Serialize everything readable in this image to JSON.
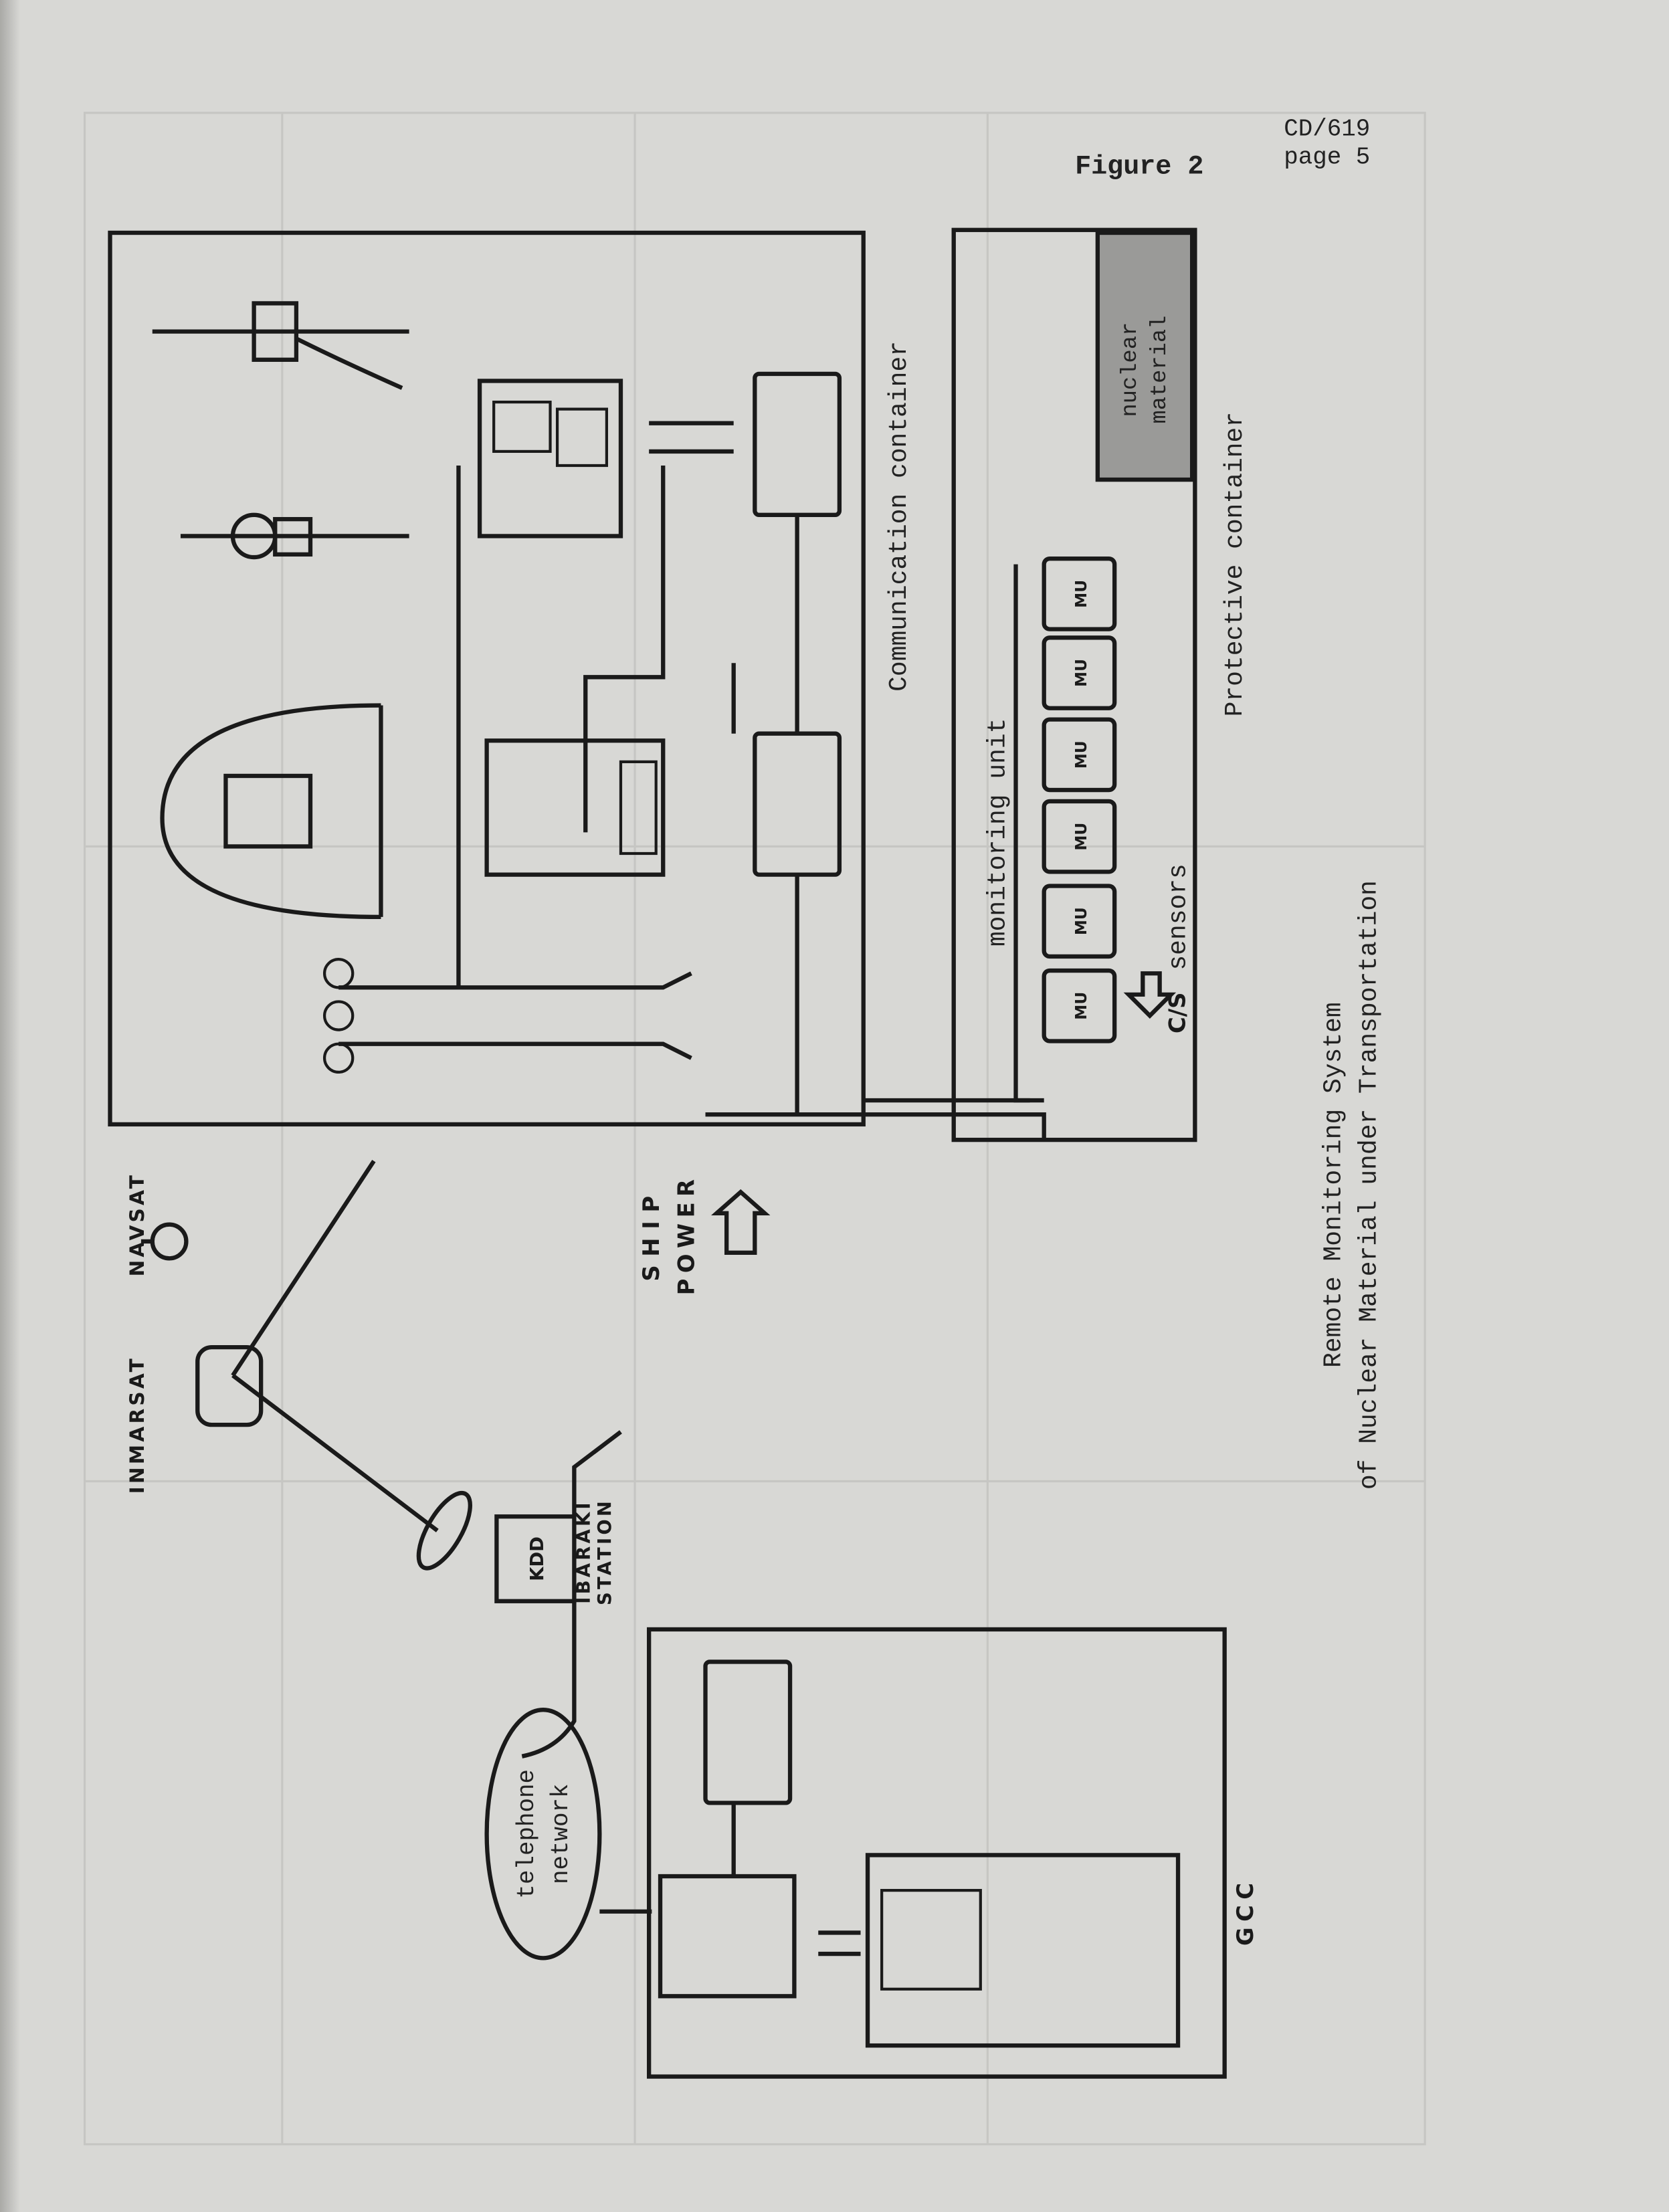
{
  "header": {
    "doc_ref": "CD/619",
    "page": "page 5",
    "figure": "Figure 2"
  },
  "labels": {
    "inmarsat": "INMARSAT",
    "navsat": "NAVSAT",
    "kdd": "KDD",
    "ibaraki_line1": "IBARAKI",
    "ibaraki_line2": "STATION",
    "ship": "SHIP",
    "power": "POWER",
    "telephone_line1": "telephone",
    "telephone_line2": "network",
    "gcc": "GCC",
    "communication_container": "Communication container",
    "protective_container": "Protective container",
    "monitoring_unit": "monitoring unit",
    "mu": "MU",
    "cs": "C/S",
    "sensors": "sensors",
    "nuclear_line1": "nuclear",
    "nuclear_line2": "material"
  },
  "caption": {
    "line1": "Remote Monitoring System",
    "line2": "of Nuclear Material under Transportation"
  }
}
